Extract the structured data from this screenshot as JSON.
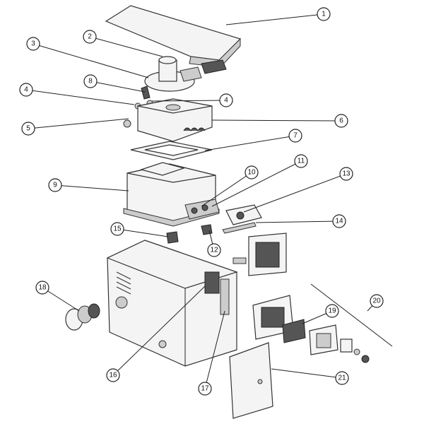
{
  "diagram": {
    "callouts": [
      "1",
      "2",
      "3",
      "8",
      "4",
      "4",
      "5",
      "6",
      "7",
      "10",
      "11",
      "13",
      "9",
      "14",
      "15",
      "12",
      "18",
      "20",
      "19",
      "16",
      "17",
      "21"
    ]
  }
}
